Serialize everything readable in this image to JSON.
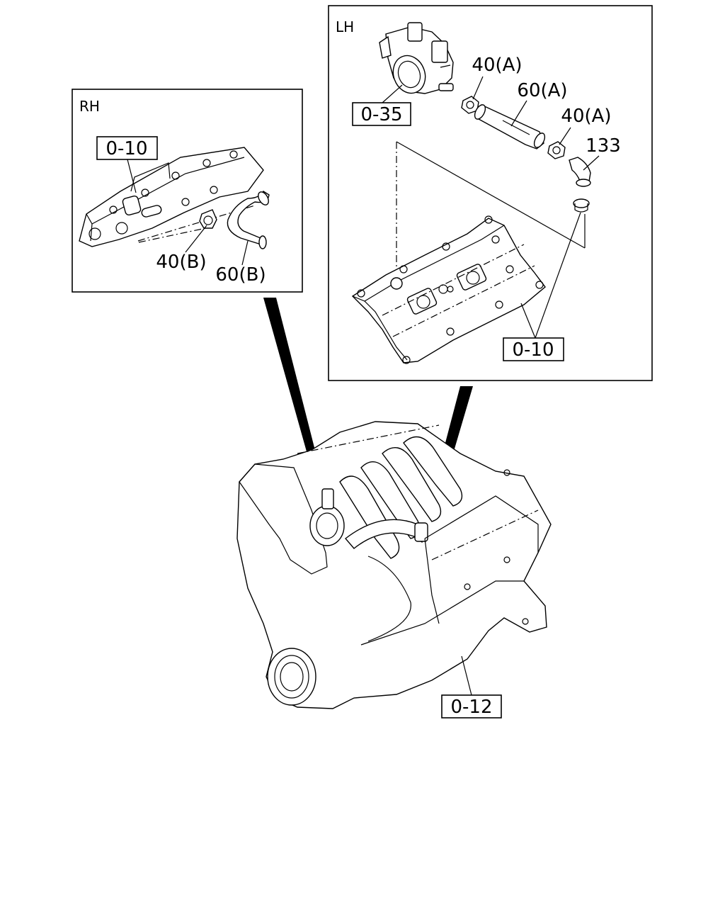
{
  "panels": {
    "rh": {
      "title": "RH"
    },
    "lh": {
      "title": "LH"
    }
  },
  "callouts": {
    "rh_cover": "0-10",
    "rh_clip": "40(B)",
    "rh_hose": "60(B)",
    "lh_throttle": "0-35",
    "lh_clip_1": "40(A)",
    "lh_hose": "60(A)",
    "lh_clip_2": "40(A)",
    "lh_fitting": "133",
    "lh_cover": "0-10",
    "engine": "0-12"
  }
}
